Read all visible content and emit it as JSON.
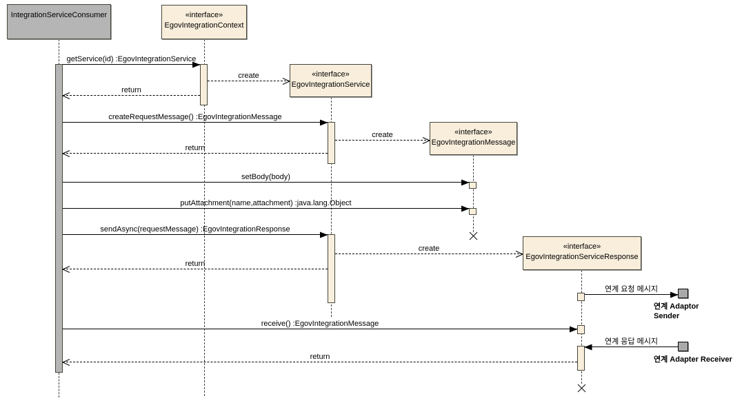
{
  "participants": [
    {
      "stereotype": "",
      "name": "IntegrationServiceConsumer"
    },
    {
      "stereotype": "«interface»",
      "name": "EgovIntegrationContext"
    },
    {
      "stereotype": "«interface»",
      "name": "EgovIntegrationService"
    },
    {
      "stereotype": "«interface»",
      "name": "EgovIntegrationMessage"
    },
    {
      "stereotype": "«interface»",
      "name": "EgovIntegrationServiceResponse"
    }
  ],
  "external_nodes": [
    {
      "line1": "연계 Adaptor",
      "line2": "Sender"
    },
    {
      "line1": "연계 Adapter Receiver",
      "line2": ""
    }
  ],
  "messages": [
    {
      "label": "getService(id) :EgovIntegrationService",
      "kind": "sync-call"
    },
    {
      "label": "create",
      "kind": "create"
    },
    {
      "label": "return",
      "kind": "return"
    },
    {
      "label": "createRequestMessage() :EgovIntegrationMessage",
      "kind": "sync-call"
    },
    {
      "label": "create",
      "kind": "create"
    },
    {
      "label": "return",
      "kind": "return"
    },
    {
      "label": "setBody(body)",
      "kind": "sync-call"
    },
    {
      "label": "putAttachment(name,attachment) :java.lang.Object",
      "kind": "sync-call"
    },
    {
      "label": "sendAsync(requestMessage) :EgovIntegrationResponse",
      "kind": "sync-call"
    },
    {
      "label": "create",
      "kind": "create"
    },
    {
      "label": "return",
      "kind": "return"
    },
    {
      "label": "연계 요청 메시지",
      "kind": "sync-call"
    },
    {
      "label": "receive() :EgovIntegrationMessage",
      "kind": "sync-call"
    },
    {
      "label": "연계 응답 메시지",
      "kind": "sync-call"
    },
    {
      "label": "return",
      "kind": "return"
    }
  ],
  "colors": {
    "bg": "#ffffff",
    "box-fill": "#f8eedb",
    "box-border": "#45453a",
    "gray-fill": "#b5b5b5",
    "node-fill": "#a9a9a9",
    "line": "#000000",
    "shadow": "#9a9a9a"
  }
}
